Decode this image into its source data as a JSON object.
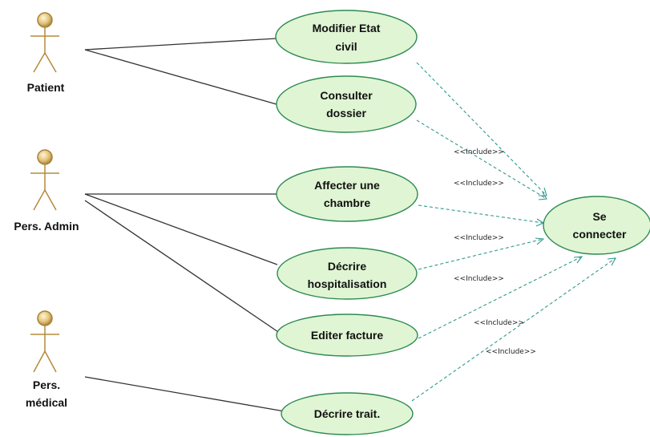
{
  "actors": [
    {
      "id": "patient",
      "lines": [
        "Patient"
      ]
    },
    {
      "id": "admin",
      "lines": [
        "Pers. Admin"
      ]
    },
    {
      "id": "medical",
      "lines": [
        "Pers.",
        "médical"
      ]
    }
  ],
  "use_cases": [
    {
      "id": "modifier",
      "lines": [
        "Modifier Etat",
        "civil"
      ]
    },
    {
      "id": "consulter",
      "lines": [
        "Consulter",
        "dossier"
      ]
    },
    {
      "id": "affecter",
      "lines": [
        "Affecter une",
        "chambre"
      ]
    },
    {
      "id": "decrire-hosp",
      "lines": [
        "Décrire",
        "hospitalisation"
      ]
    },
    {
      "id": "editer",
      "lines": [
        "Editer facture"
      ]
    },
    {
      "id": "decrire-trait",
      "lines": [
        "Décrire trait."
      ]
    },
    {
      "id": "connecter",
      "lines": [
        "Se",
        "connecter"
      ]
    }
  ],
  "associations": [
    {
      "actor": "patient",
      "use_case": "modifier"
    },
    {
      "actor": "patient",
      "use_case": "consulter"
    },
    {
      "actor": "admin",
      "use_case": "affecter"
    },
    {
      "actor": "admin",
      "use_case": "decrire-hosp"
    },
    {
      "actor": "admin",
      "use_case": "editer"
    },
    {
      "actor": "medical",
      "use_case": "decrire-trait"
    }
  ],
  "includes": [
    {
      "from": "modifier",
      "to": "connecter",
      "label": ""
    },
    {
      "from": "consulter",
      "to": "connecter",
      "label": "<<Include>>"
    },
    {
      "from": "affecter",
      "to": "connecter",
      "label": "<<Include>>"
    },
    {
      "from": "decrire-hosp",
      "to": "connecter",
      "label": "<<Include>>"
    },
    {
      "from": "editer",
      "to": "connecter",
      "label": "<<Include>>"
    },
    {
      "from": "decrire-trait",
      "to": "connecter",
      "label": "<<Include>>"
    }
  ],
  "extra_labels": [
    "<<Include>>"
  ]
}
